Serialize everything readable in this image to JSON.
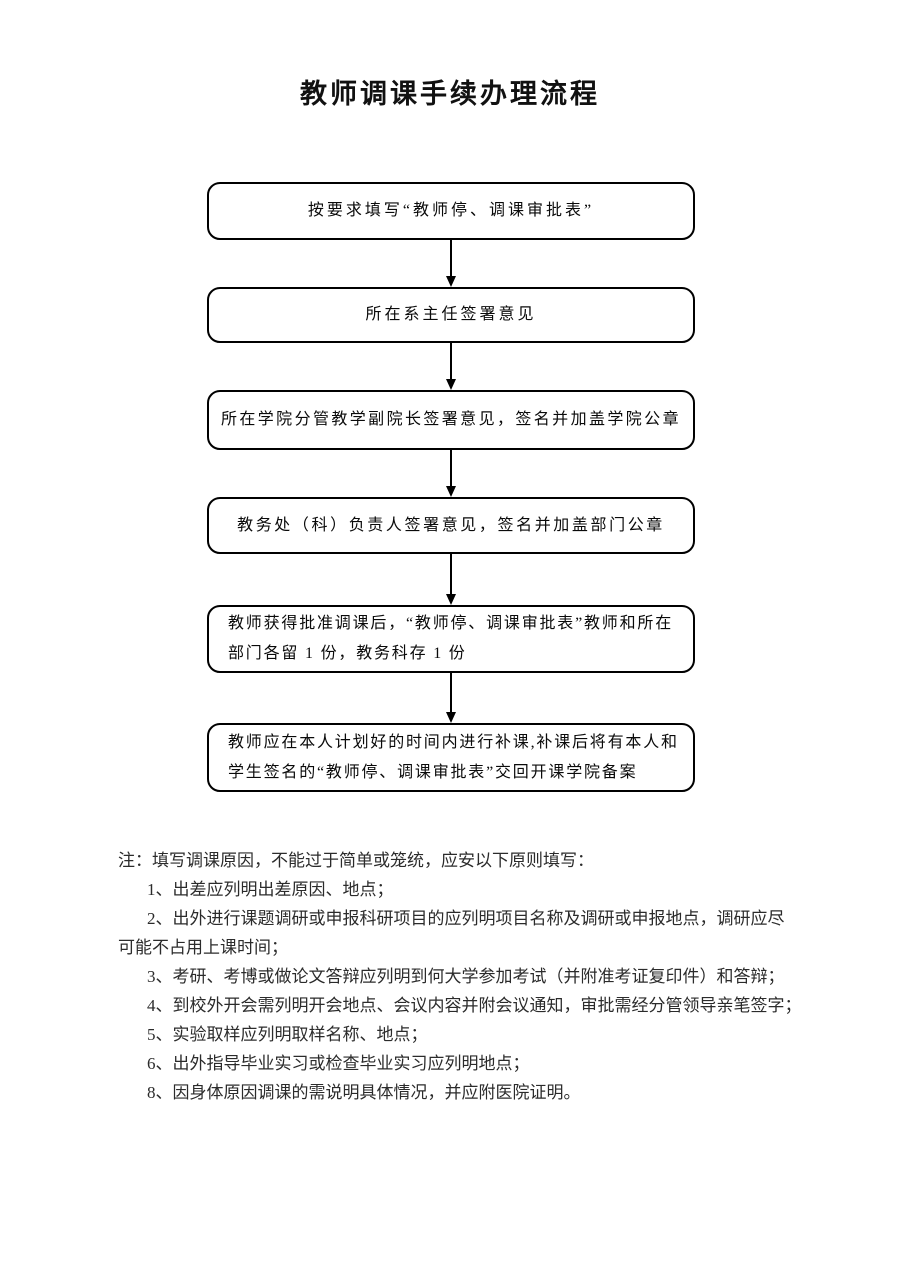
{
  "page": {
    "title": "教师调课手续办理流程",
    "background_color": "#ffffff",
    "ink_color": "#000000"
  },
  "flowchart": {
    "steps": [
      {
        "text": "按要求填写“教师停、调课审批表”"
      },
      {
        "text": "所在系主任签署意见"
      },
      {
        "text": "所在学院分管教学副院长签署意见，签名并加盖学院公章"
      },
      {
        "text": "教务处（科）负责人签署意见，签名并加盖部门公章"
      },
      {
        "text": "教师获得批准调课后，“教师停、调课审批表”教师和所在\n部门各留 1 份，教务科存 1 份"
      },
      {
        "text": "教师应在本人计划好的时间内进行补课,补课后将有本人和\n学生签名的“教师停、调课审批表”交回开课学院备案"
      }
    ]
  },
  "notes": {
    "lead": "注：填写调课原因，不能过于简单或笼统，应安以下原则填写：",
    "items": [
      "1、出差应列明出差原因、地点；",
      "2、出外进行课题调研或申报科研项目的应列明项目名称及调研或申报地点，调研应尽\n可能不占用上课时间；",
      "3、考研、考博或做论文答辩应列明到何大学参加考试（并附准考证复印件）和答辩；",
      "4、到校外开会需列明开会地点、会议内容并附会议通知，审批需经分管领导亲笔签字；",
      "5、实验取样应列明取样名称、地点；",
      "6、出外指导毕业实习或检查毕业实习应列明地点；",
      "8、因身体原因调课的需说明具体情况，并应附医院证明。"
    ]
  }
}
